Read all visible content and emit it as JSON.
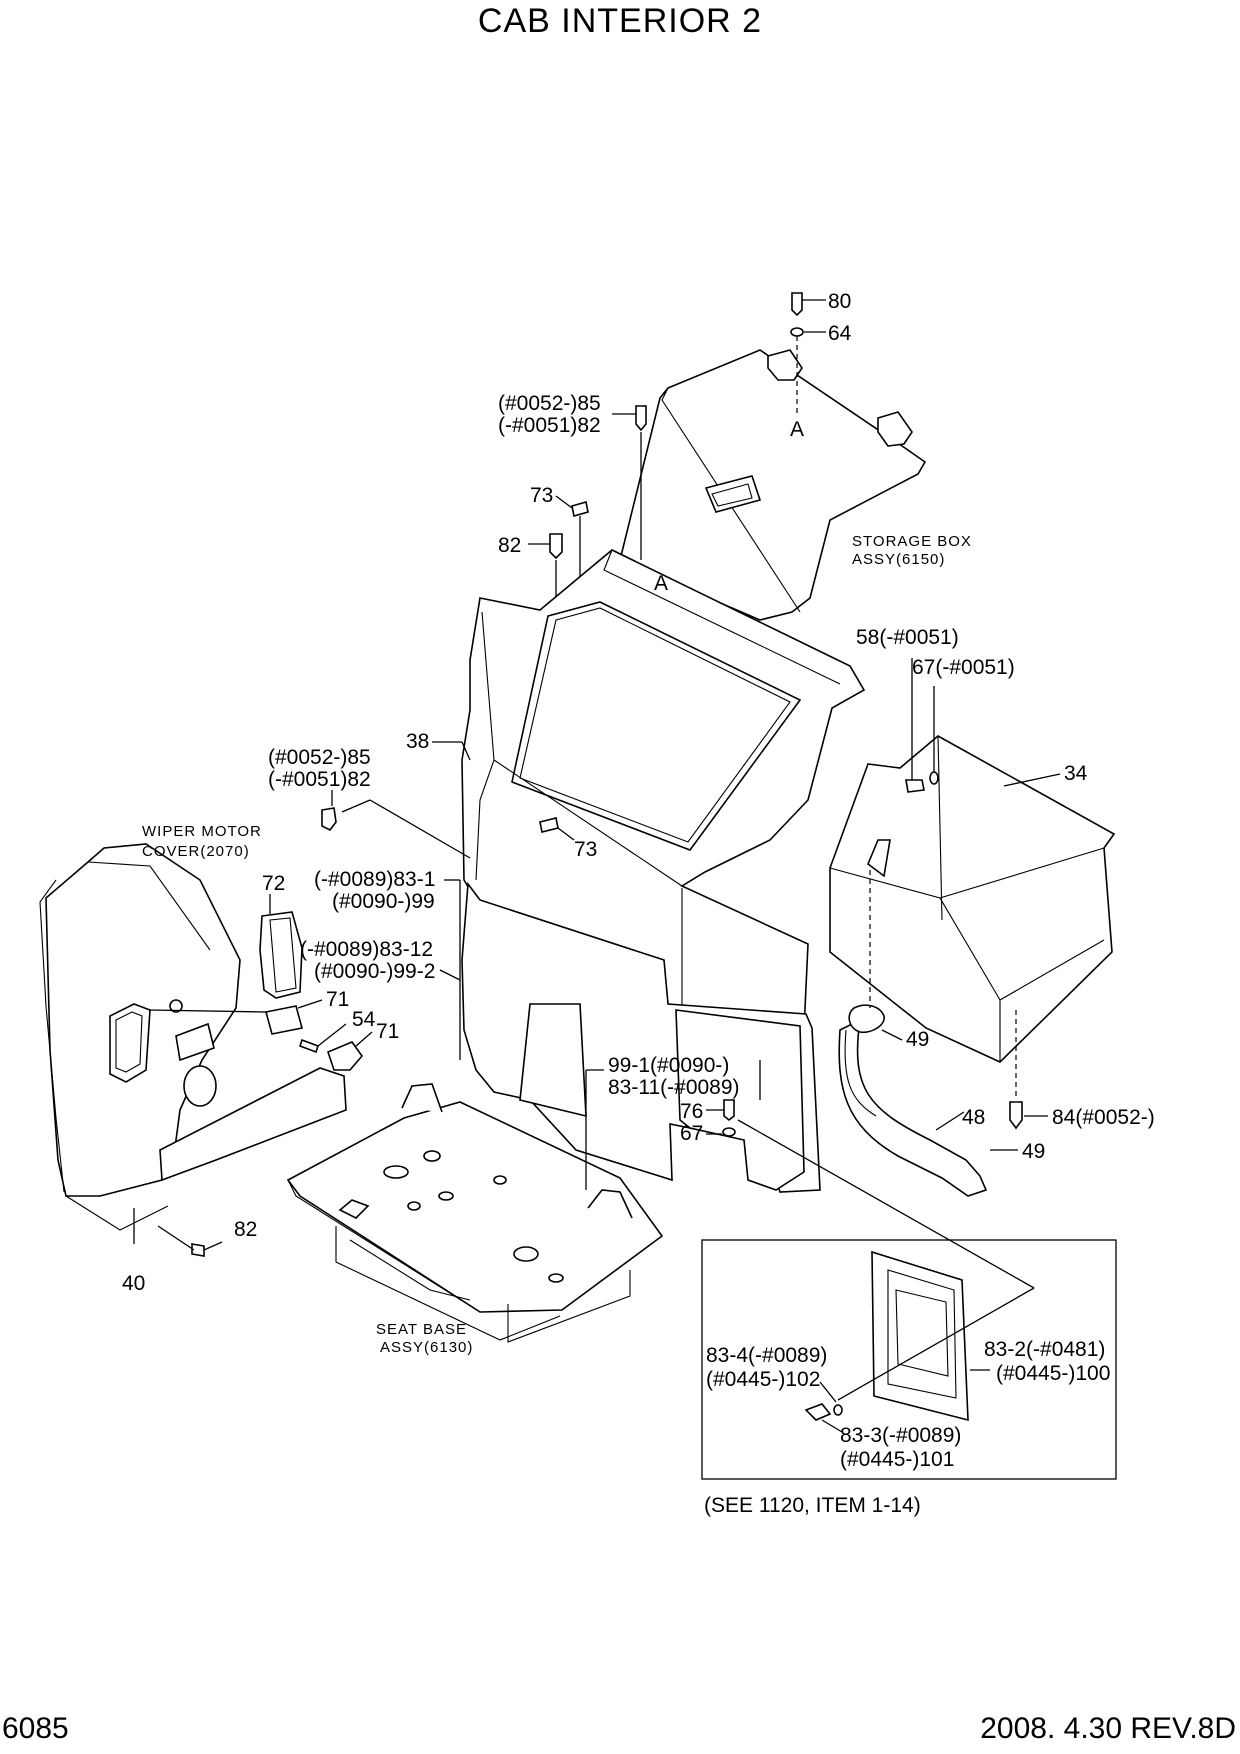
{
  "header": {
    "title": "CAB INTERIOR 2"
  },
  "footer": {
    "page_number": "6085",
    "revision": "2008. 4.30 REV.8D"
  },
  "callouts": {
    "c80": "80",
    "c64": "64",
    "c85_top_a": "(#0052-)85",
    "c82_top_a": "(-#0051)82",
    "cA_top": "A",
    "c73_top": "73",
    "c82_top": "82",
    "cA_mid": "A",
    "storage_box_1": "STORAGE BOX",
    "storage_box_2": "ASSY(6150)",
    "c58": "58(-#0051)",
    "c67_top": "67(-#0051)",
    "c38": "38",
    "c85_left": "(#0052-)85",
    "c82_left": "(-#0051)82",
    "c34": "34",
    "wiper_1": "WIPER MOTOR",
    "wiper_2": "COVER(2070)",
    "c73_mid": "73",
    "c72": "72",
    "c83_1": "(-#0089)83-1",
    "c99": "(#0090-)99",
    "c83_12": "(-#0089)83-12",
    "c99_2": "(#0090-)99-2",
    "c71_a": "71",
    "c54": "54",
    "c71_b": "71",
    "c49_a": "49",
    "c99_1": "99-1(#0090-)",
    "c83_11": "83-11(-#0089)",
    "c76": "76",
    "c67": "67",
    "c48": "48",
    "c84": "84(#0052-)",
    "c49_b": "49",
    "c82_bot": "82",
    "c40": "40",
    "seat_base_1": "SEAT BASE",
    "seat_base_2": "ASSY(6130)",
    "c83_4": "83-4(-#0089)",
    "c102": "(#0445-)102",
    "c83_2": "83-2(-#0481)",
    "c100": "(#0445-)100",
    "c83_3": "83-3(-#0089)",
    "c101": "(#0445-)101",
    "see_note": "(SEE 1120, ITEM 1-14)"
  }
}
